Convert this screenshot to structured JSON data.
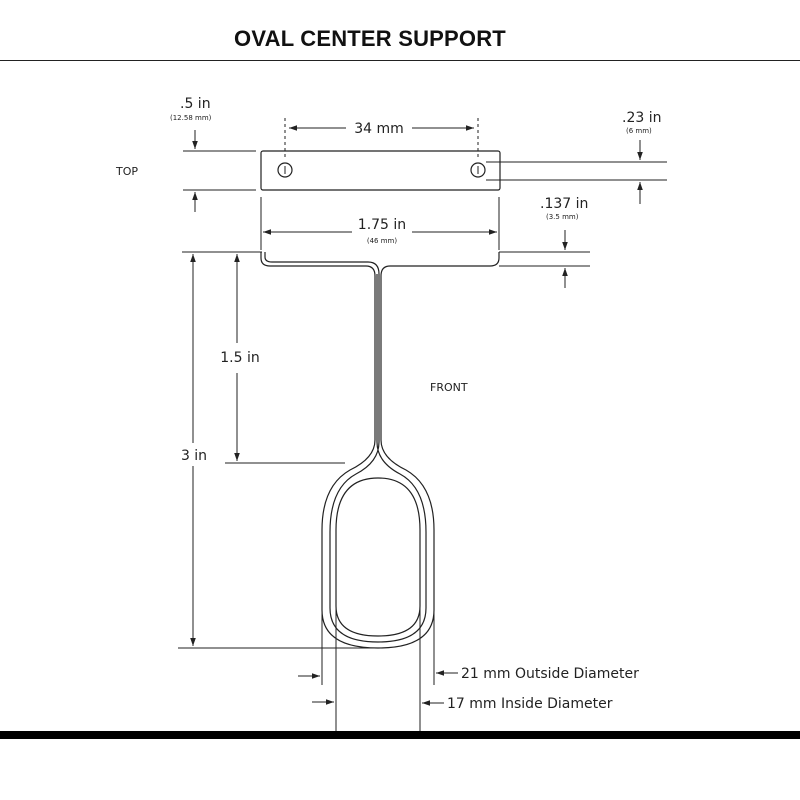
{
  "title": "OVAL CENTER SUPPORT",
  "views": {
    "top": "TOP",
    "front": "FRONT"
  },
  "dimensions": {
    "plate_thickness": {
      "main": ".5 in",
      "sub": "(12.58 mm)"
    },
    "hole_spacing": {
      "main": "34 mm"
    },
    "hole_diameter": {
      "main": ".23 in",
      "sub": "(6 mm)"
    },
    "flange_thickness": {
      "main": ".137 in",
      "sub": "(3.5 mm)"
    },
    "plate_width": {
      "main": "1.75 in",
      "sub": "(46 mm)"
    },
    "stem_length": {
      "main": "1.5 in"
    },
    "overall_height": {
      "main": "3 in"
    },
    "outside_diameter": {
      "main": "21 mm Outside Diameter"
    },
    "inside_diameter": {
      "main": "17 mm Inside Diameter"
    }
  },
  "colors": {
    "line": "#222222",
    "background": "#ffffff",
    "bar": "#000000"
  }
}
